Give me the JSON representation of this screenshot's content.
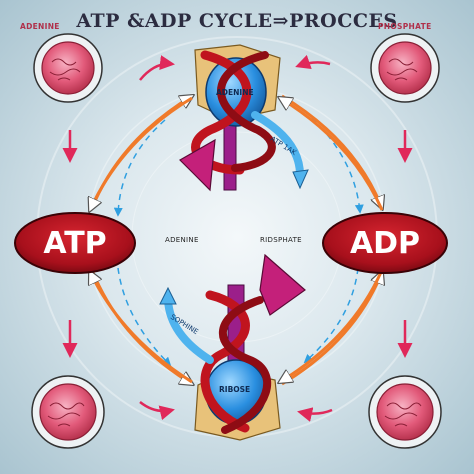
{
  "title": "ATP &ADP  CYCLE⇒PROCCES",
  "labels": {
    "top_left": "ADENINE",
    "top_right": "PHOSPHATE",
    "mid_left": "ADENINE",
    "mid_right": "RIDSPHATE",
    "helix_top": "ADENINE",
    "helix_bottom": "RIBOSE",
    "arrow_text_top": "ATP 1AK",
    "arrow_text_bottom": "SOPHINE"
  },
  "molecules": {
    "left": "ATP",
    "right": "ADP"
  },
  "colors": {
    "oval_red": "#a8101c",
    "helix_red": "#c0141e",
    "adenine_blue": "#2a8fe0",
    "magenta": "#c4207a",
    "purple_rod": "#9b1f8a",
    "orange_arrow": "#f07a2a",
    "blue_arrow": "#2f9fe0",
    "pink_arrow": "#e0285a",
    "tan": "#e8c27a",
    "cell_pink": "#e25a7a"
  }
}
